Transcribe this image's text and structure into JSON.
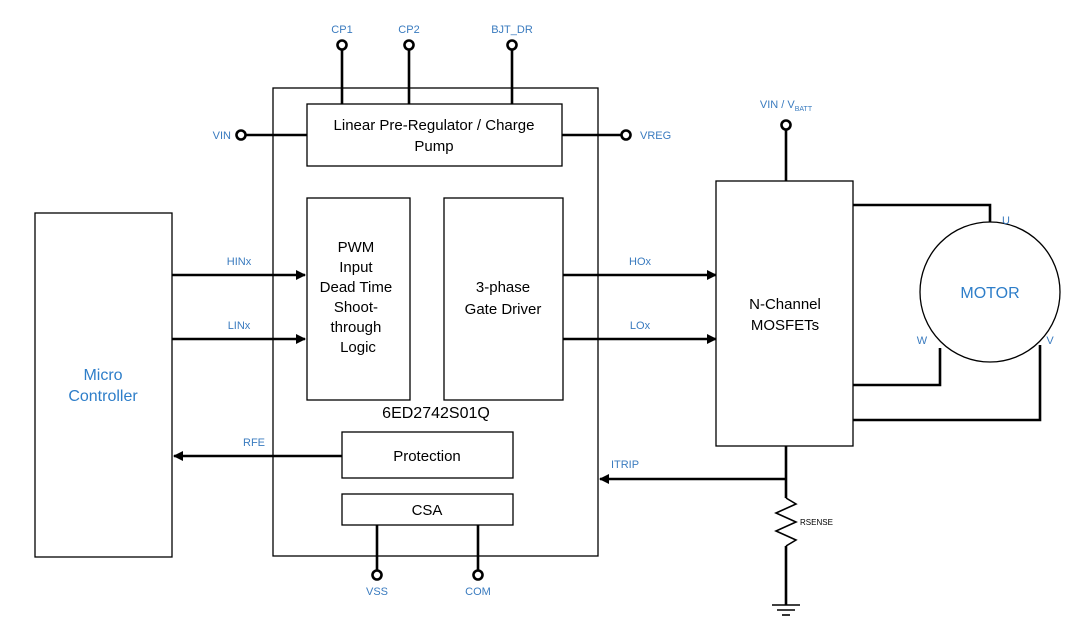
{
  "pins": {
    "cp1": "CP1",
    "cp2": "CP2",
    "bjt_dr": "BJT_DR",
    "vin": "VIN",
    "vreg": "VREG",
    "vss": "VSS",
    "com": "COM",
    "vin_vbatt_main": "VIN / V",
    "vin_vbatt_sub": "BATT"
  },
  "blocks": {
    "regulator_line1": "Linear Pre-Regulator / Charge",
    "regulator_line2": "Pump",
    "pwm_lines": [
      "PWM",
      "Input",
      "Dead Time",
      "Shoot-",
      "through",
      "Logic"
    ],
    "gate_driver_line1": "3-phase",
    "gate_driver_line2": "Gate Driver",
    "chip_name": "6ED2742S01Q",
    "protection": "Protection",
    "csa": "CSA",
    "micro_line1": "Micro",
    "micro_line2": "Controller",
    "mosfet_line1": "N-Channel",
    "mosfet_line2": "MOSFETs",
    "motor": "MOTOR",
    "rsense": "RSENSE"
  },
  "signals": {
    "hinx": "HINx",
    "linx": "LINx",
    "rfe": "RFE",
    "hox": "HOx",
    "lox": "LOx",
    "itrip": "ITRIP"
  },
  "phases": {
    "u": "U",
    "v": "V",
    "w": "W"
  },
  "colors": {
    "label_blue": "#3a7bbf",
    "title_blue": "#2e7ec9",
    "line": "#000000"
  }
}
